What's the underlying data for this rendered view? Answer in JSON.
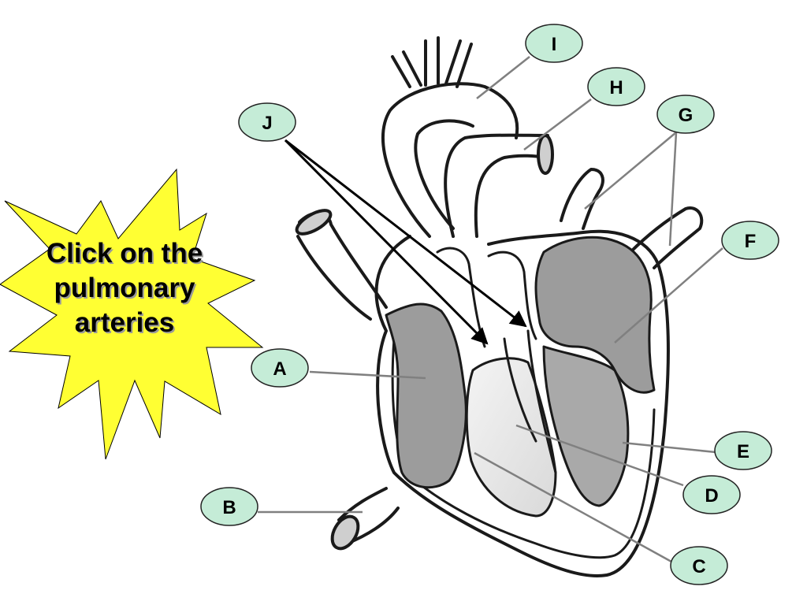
{
  "callout": {
    "text": "Click on the pulmonary arteries",
    "fill_color": "#ffff33"
  },
  "labels": {
    "A": "A",
    "B": "B",
    "C": "C",
    "D": "D",
    "E": "E",
    "F": "F",
    "G": "G",
    "H": "H",
    "I": "I",
    "J": "J"
  },
  "colors": {
    "label_fill": "#c5ecd7",
    "chamber_shade": "#9a9a9a",
    "outline": "#1a1a1a"
  }
}
